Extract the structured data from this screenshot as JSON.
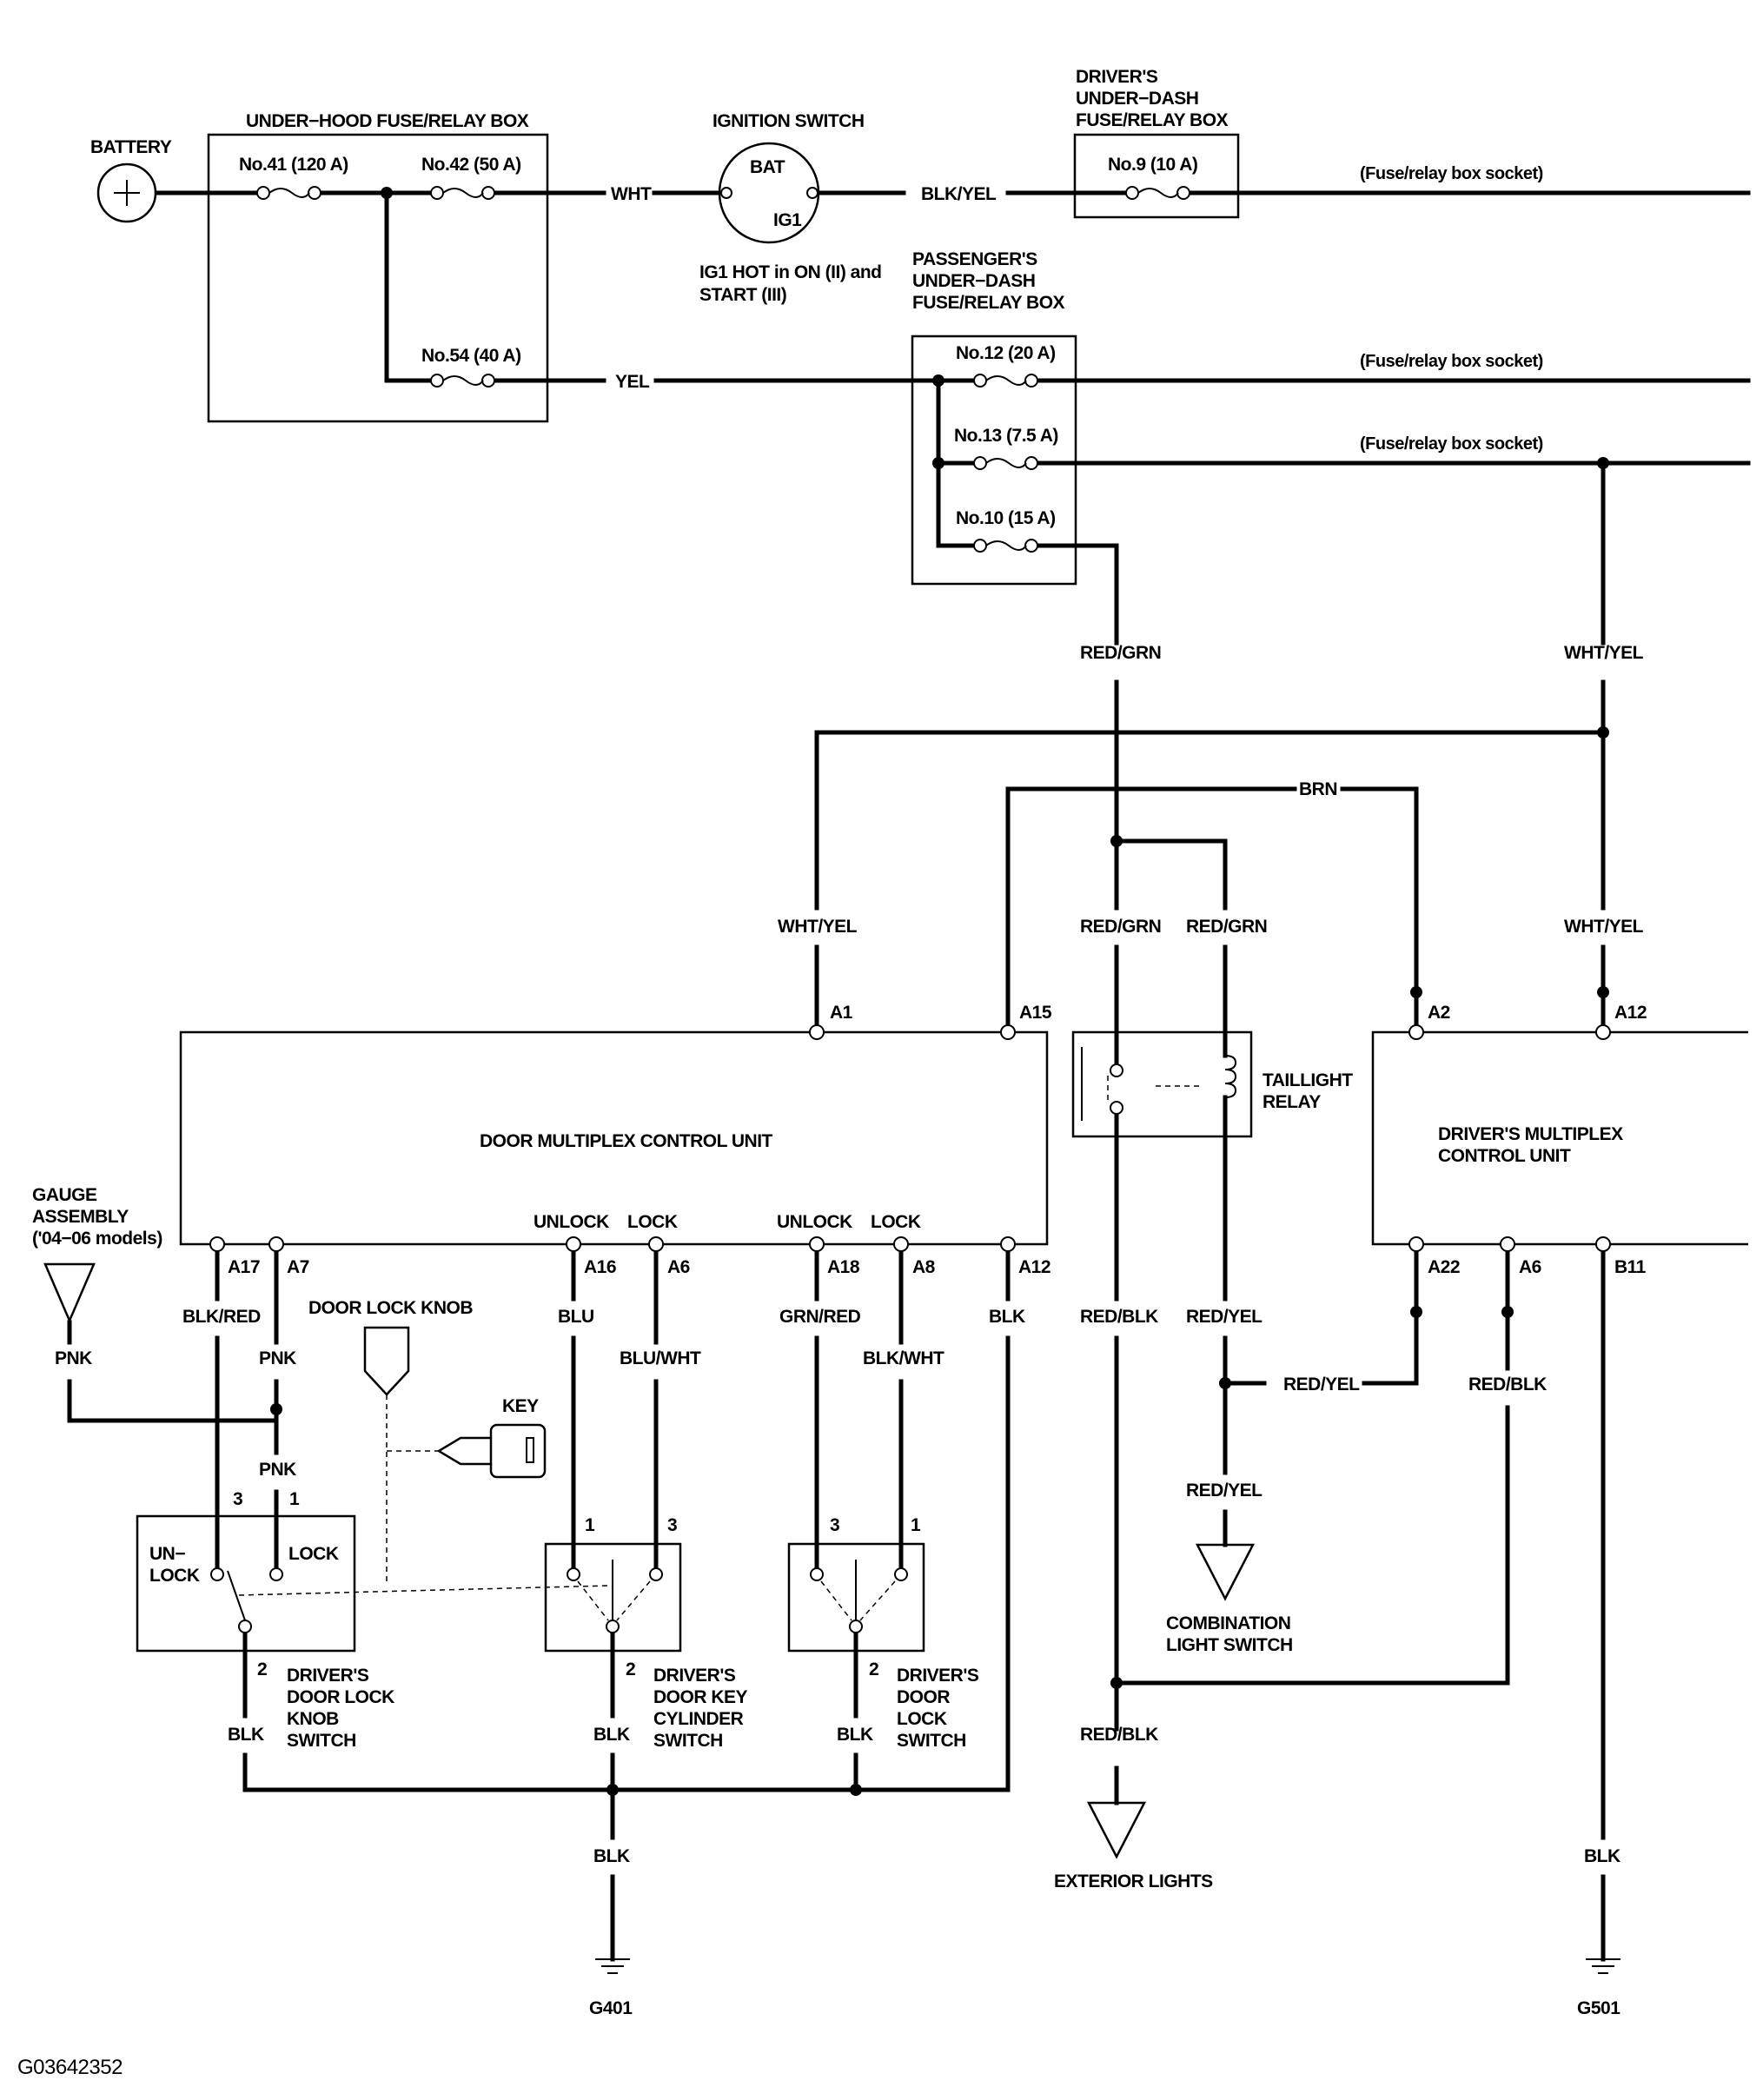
{
  "labels": {
    "battery": "BATTERY",
    "underhood_box": "UNDER−HOOD FUSE/RELAY BOX",
    "fuse_41": "No.41 (120 A)",
    "fuse_42": "No.42 (50 A)",
    "fuse_54": "No.54 (40 A)",
    "ignition_switch": "IGNITION SWITCH",
    "bat": "BAT",
    "ig1": "IG1",
    "ig1_note_1": "IG1 HOT in ON (II) and",
    "ig1_note_2": "START (III)",
    "drivers_box_1": "DRIVER'S",
    "drivers_box_2": "UNDER−DASH",
    "drivers_box_3": "FUSE/RELAY BOX",
    "fuse_9": "No.9 (10 A)",
    "passengers_box_1": "PASSENGER'S",
    "passengers_box_2": "UNDER−DASH",
    "passengers_box_3": "FUSE/RELAY BOX",
    "fuse_12": "No.12 (20 A)",
    "fuse_13": "No.13 (7.5 A)",
    "fuse_10": "No.10 (15 A)",
    "socket": "(Fuse/relay box socket)",
    "door_mpcu": "DOOR MULTIPLEX CONTROL UNIT",
    "drivers_mpcu_1": "DRIVER'S MULTIPLEX",
    "drivers_mpcu_2": "CONTROL UNIT",
    "taillight_relay_1": "TAILLIGHT",
    "taillight_relay_2": "RELAY",
    "gauge_1": "GAUGE",
    "gauge_2": "ASSEMBLY",
    "gauge_3": "('04−06 models)",
    "door_lock_knob": "DOOR LOCK KNOB",
    "key": "KEY",
    "unlock": "UNLOCK",
    "lock": "LOCK",
    "un": "UN−",
    "lock_sw": "LOCK",
    "knob_switch_1": "DRIVER'S",
    "knob_switch_2": "DOOR LOCK",
    "knob_switch_3": "KNOB",
    "knob_switch_4": "SWITCH",
    "key_switch_1": "DRIVER'S",
    "key_switch_2": "DOOR KEY",
    "key_switch_3": "CYLINDER",
    "key_switch_4": "SWITCH",
    "lock_switch_1": "DRIVER'S",
    "lock_switch_2": "DOOR",
    "lock_switch_3": "LOCK",
    "lock_switch_4": "SWITCH",
    "combination_1": "COMBINATION",
    "combination_2": "LIGHT SWITCH",
    "exterior_lights": "EXTERIOR LIGHTS",
    "g401": "G401",
    "g501": "G501",
    "figure_id": "G03642352"
  },
  "wires": {
    "wht": "WHT",
    "blk_yel": "BLK/YEL",
    "yel": "YEL",
    "red_grn": "RED/GRN",
    "wht_yel": "WHT/YEL",
    "brn": "BRN",
    "blk_red": "BLK/RED",
    "pnk": "PNK",
    "blu": "BLU",
    "blu_wht": "BLU/WHT",
    "grn_red": "GRN/RED",
    "blk_wht": "BLK/WHT",
    "blk": "BLK",
    "red_blk": "RED/BLK",
    "red_yel": "RED/YEL"
  },
  "pins": {
    "a1": "A1",
    "a15": "A15",
    "a2": "A2",
    "a12": "A12",
    "a17": "A17",
    "a7": "A7",
    "a16": "A16",
    "a6": "A6",
    "a18": "A18",
    "a8": "A8",
    "a22": "A22",
    "b11": "B11",
    "p1": "1",
    "p2": "2",
    "p3": "3"
  }
}
